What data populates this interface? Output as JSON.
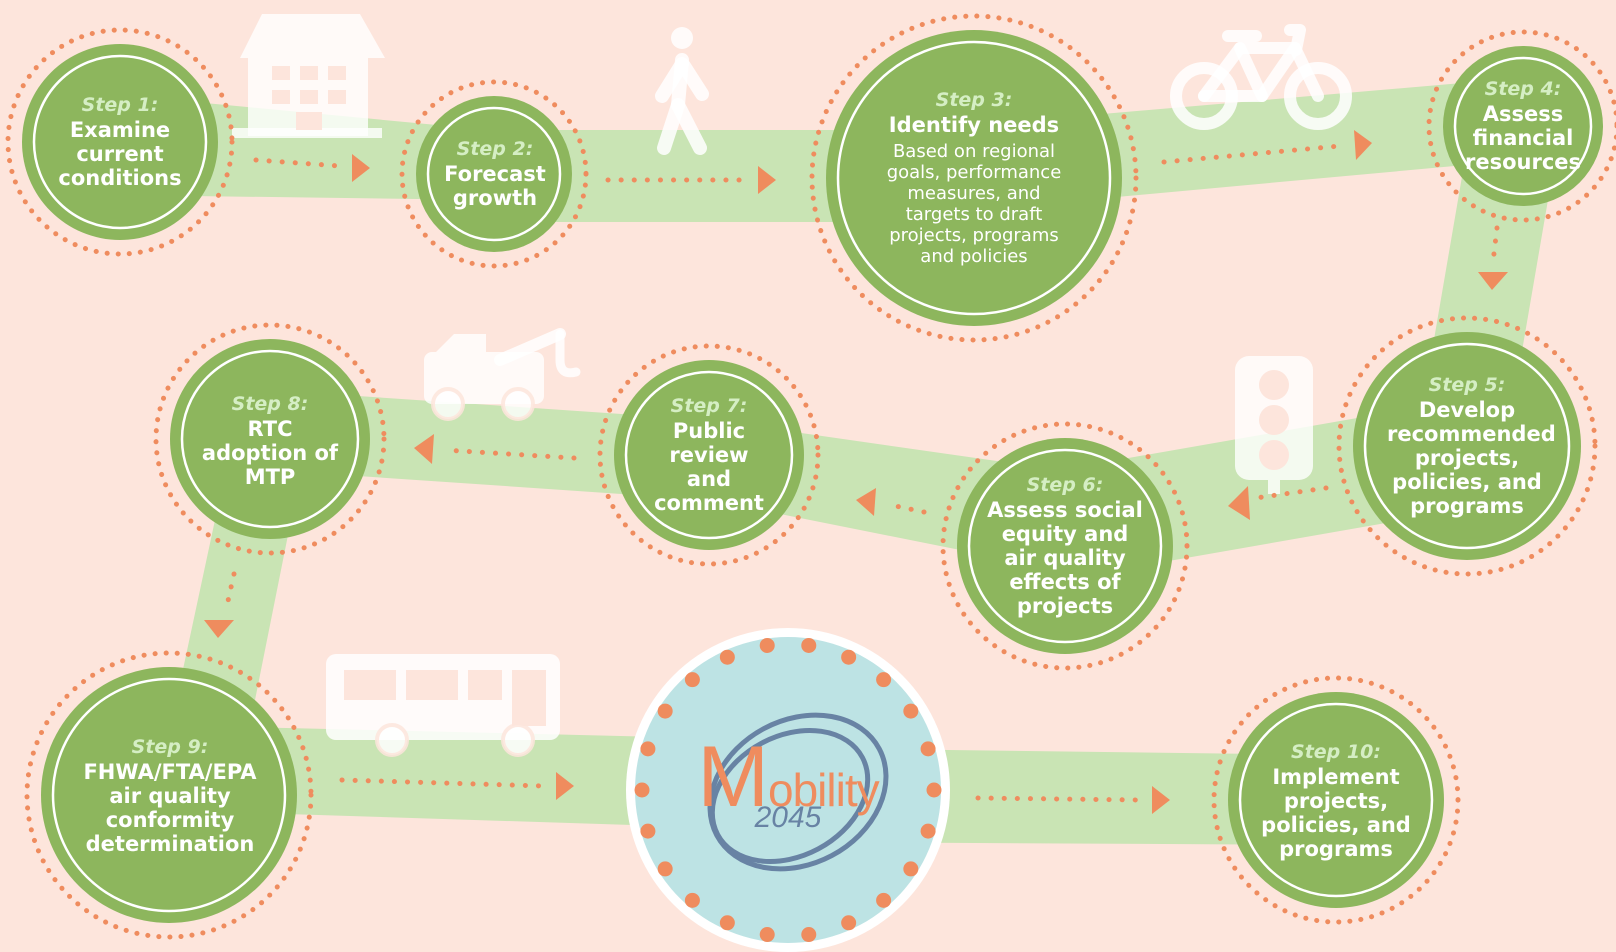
{
  "colors": {
    "background": "#fde5dc",
    "road": "#c9e4b4",
    "circle": "#8db65d",
    "dots": "#ef8c5e",
    "logo_fill": "#bde3e4",
    "logo_rings": "#6883a4"
  },
  "steps": [
    {
      "step": "Step 1:",
      "title": "Examine current conditions",
      "desc": ""
    },
    {
      "step": "Step 2:",
      "title": "Forecast growth",
      "desc": ""
    },
    {
      "step": "Step 3:",
      "title": "Identify needs",
      "desc": "Based on regional goals, performance measures, and targets to draft projects, programs and policies"
    },
    {
      "step": "Step 4:",
      "title": "Assess financial resources",
      "desc": ""
    },
    {
      "step": "Step 5:",
      "title": "Develop recommended projects, policies, and programs",
      "desc": ""
    },
    {
      "step": "Step 6:",
      "title": "Assess social equity and air quality effects of projects",
      "desc": ""
    },
    {
      "step": "Step 7:",
      "title": "Public review and comment",
      "desc": ""
    },
    {
      "step": "Step 8:",
      "title": "RTC adoption of MTP",
      "desc": ""
    },
    {
      "step": "Step 9:",
      "title": "FHWA/FTA/EPA air quality conformity determination",
      "desc": ""
    },
    {
      "step": "Step 10:",
      "title": "Implement projects, policies, and programs",
      "desc": ""
    }
  ],
  "logo": {
    "word_initial": "M",
    "word_rest": "obility",
    "year": "2045"
  },
  "icons": [
    "building-icon",
    "pedestrian-icon",
    "bicycle-icon",
    "traffic-light-icon",
    "tow-truck-icon",
    "bus-icon"
  ]
}
